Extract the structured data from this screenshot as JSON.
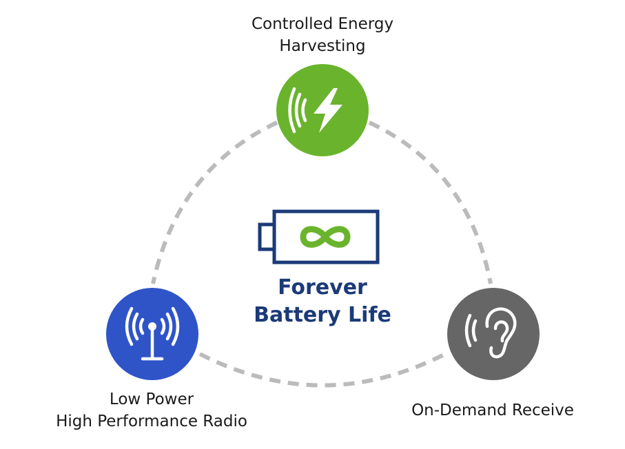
{
  "nodes": {
    "top": {
      "label_line1": "Controlled Energy",
      "label_line2": "Harvesting",
      "color": "#6ab42d",
      "icon": "wireless-lightning-icon"
    },
    "left": {
      "label_line1": "Low Power",
      "label_line2": "High Performance Radio",
      "color": "#2f54c8",
      "icon": "radio-antenna-icon"
    },
    "right": {
      "label_line1": "On-Demand Receive",
      "color": "#666666",
      "icon": "ear-icon"
    }
  },
  "center": {
    "title_line1": "Forever",
    "title_line2": "Battery Life",
    "battery_outline_color": "#1b3a78",
    "infinity_color": "#6ab42d",
    "icon": "battery-infinity-icon"
  },
  "connector": {
    "style": "dashed",
    "color": "#bbbbbb"
  }
}
